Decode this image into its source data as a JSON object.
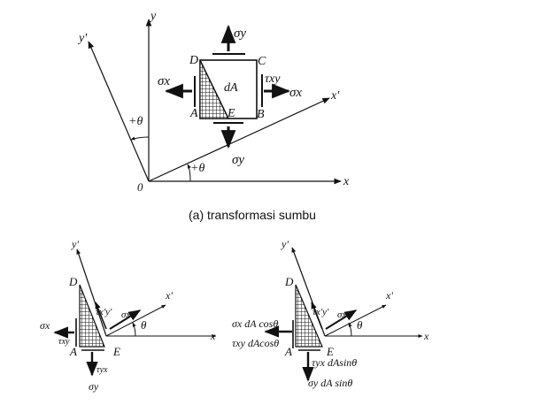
{
  "caption_a": "(a) transformasi sumbu",
  "top": {
    "y_axis": "y",
    "x_axis": "x",
    "y_prime": "y'",
    "x_prime": "x'",
    "origin": "0",
    "theta_x": "+θ",
    "theta_y": "+θ",
    "D": "D",
    "C": "C",
    "A": "A",
    "E": "E",
    "B": "B",
    "dA": "dA",
    "sigma_y": "σy",
    "sigma_x_left": "σx",
    "sigma_x_right": "σx",
    "tau_xy": "τxy",
    "sigma_y_bottom": "σy"
  },
  "left": {
    "y_prime": "y'",
    "x_prime": "x'",
    "x_axis": "x",
    "D": "D",
    "A": "A",
    "E": "E",
    "tau_xpyp": "τx'y'",
    "sigma_xp": "σx'",
    "theta": "θ",
    "sigma_x": "σx",
    "tau_xy": "τxy",
    "tau_yx": "τyx",
    "sigma_y": "σy"
  },
  "right": {
    "y_prime": "y'",
    "x_prime": "x'",
    "x_axis": "x",
    "D": "D",
    "A": "A",
    "E": "E",
    "tau_xpyp": "τx'y'",
    "sigma_xp": "σx'",
    "theta": "θ",
    "sx_cos": "σx dA cosθ",
    "txy_cos": "τxy dAcosθ",
    "tyx_sin": "τyx dAsinθ",
    "sy_sin": "σy dA sinθ"
  }
}
